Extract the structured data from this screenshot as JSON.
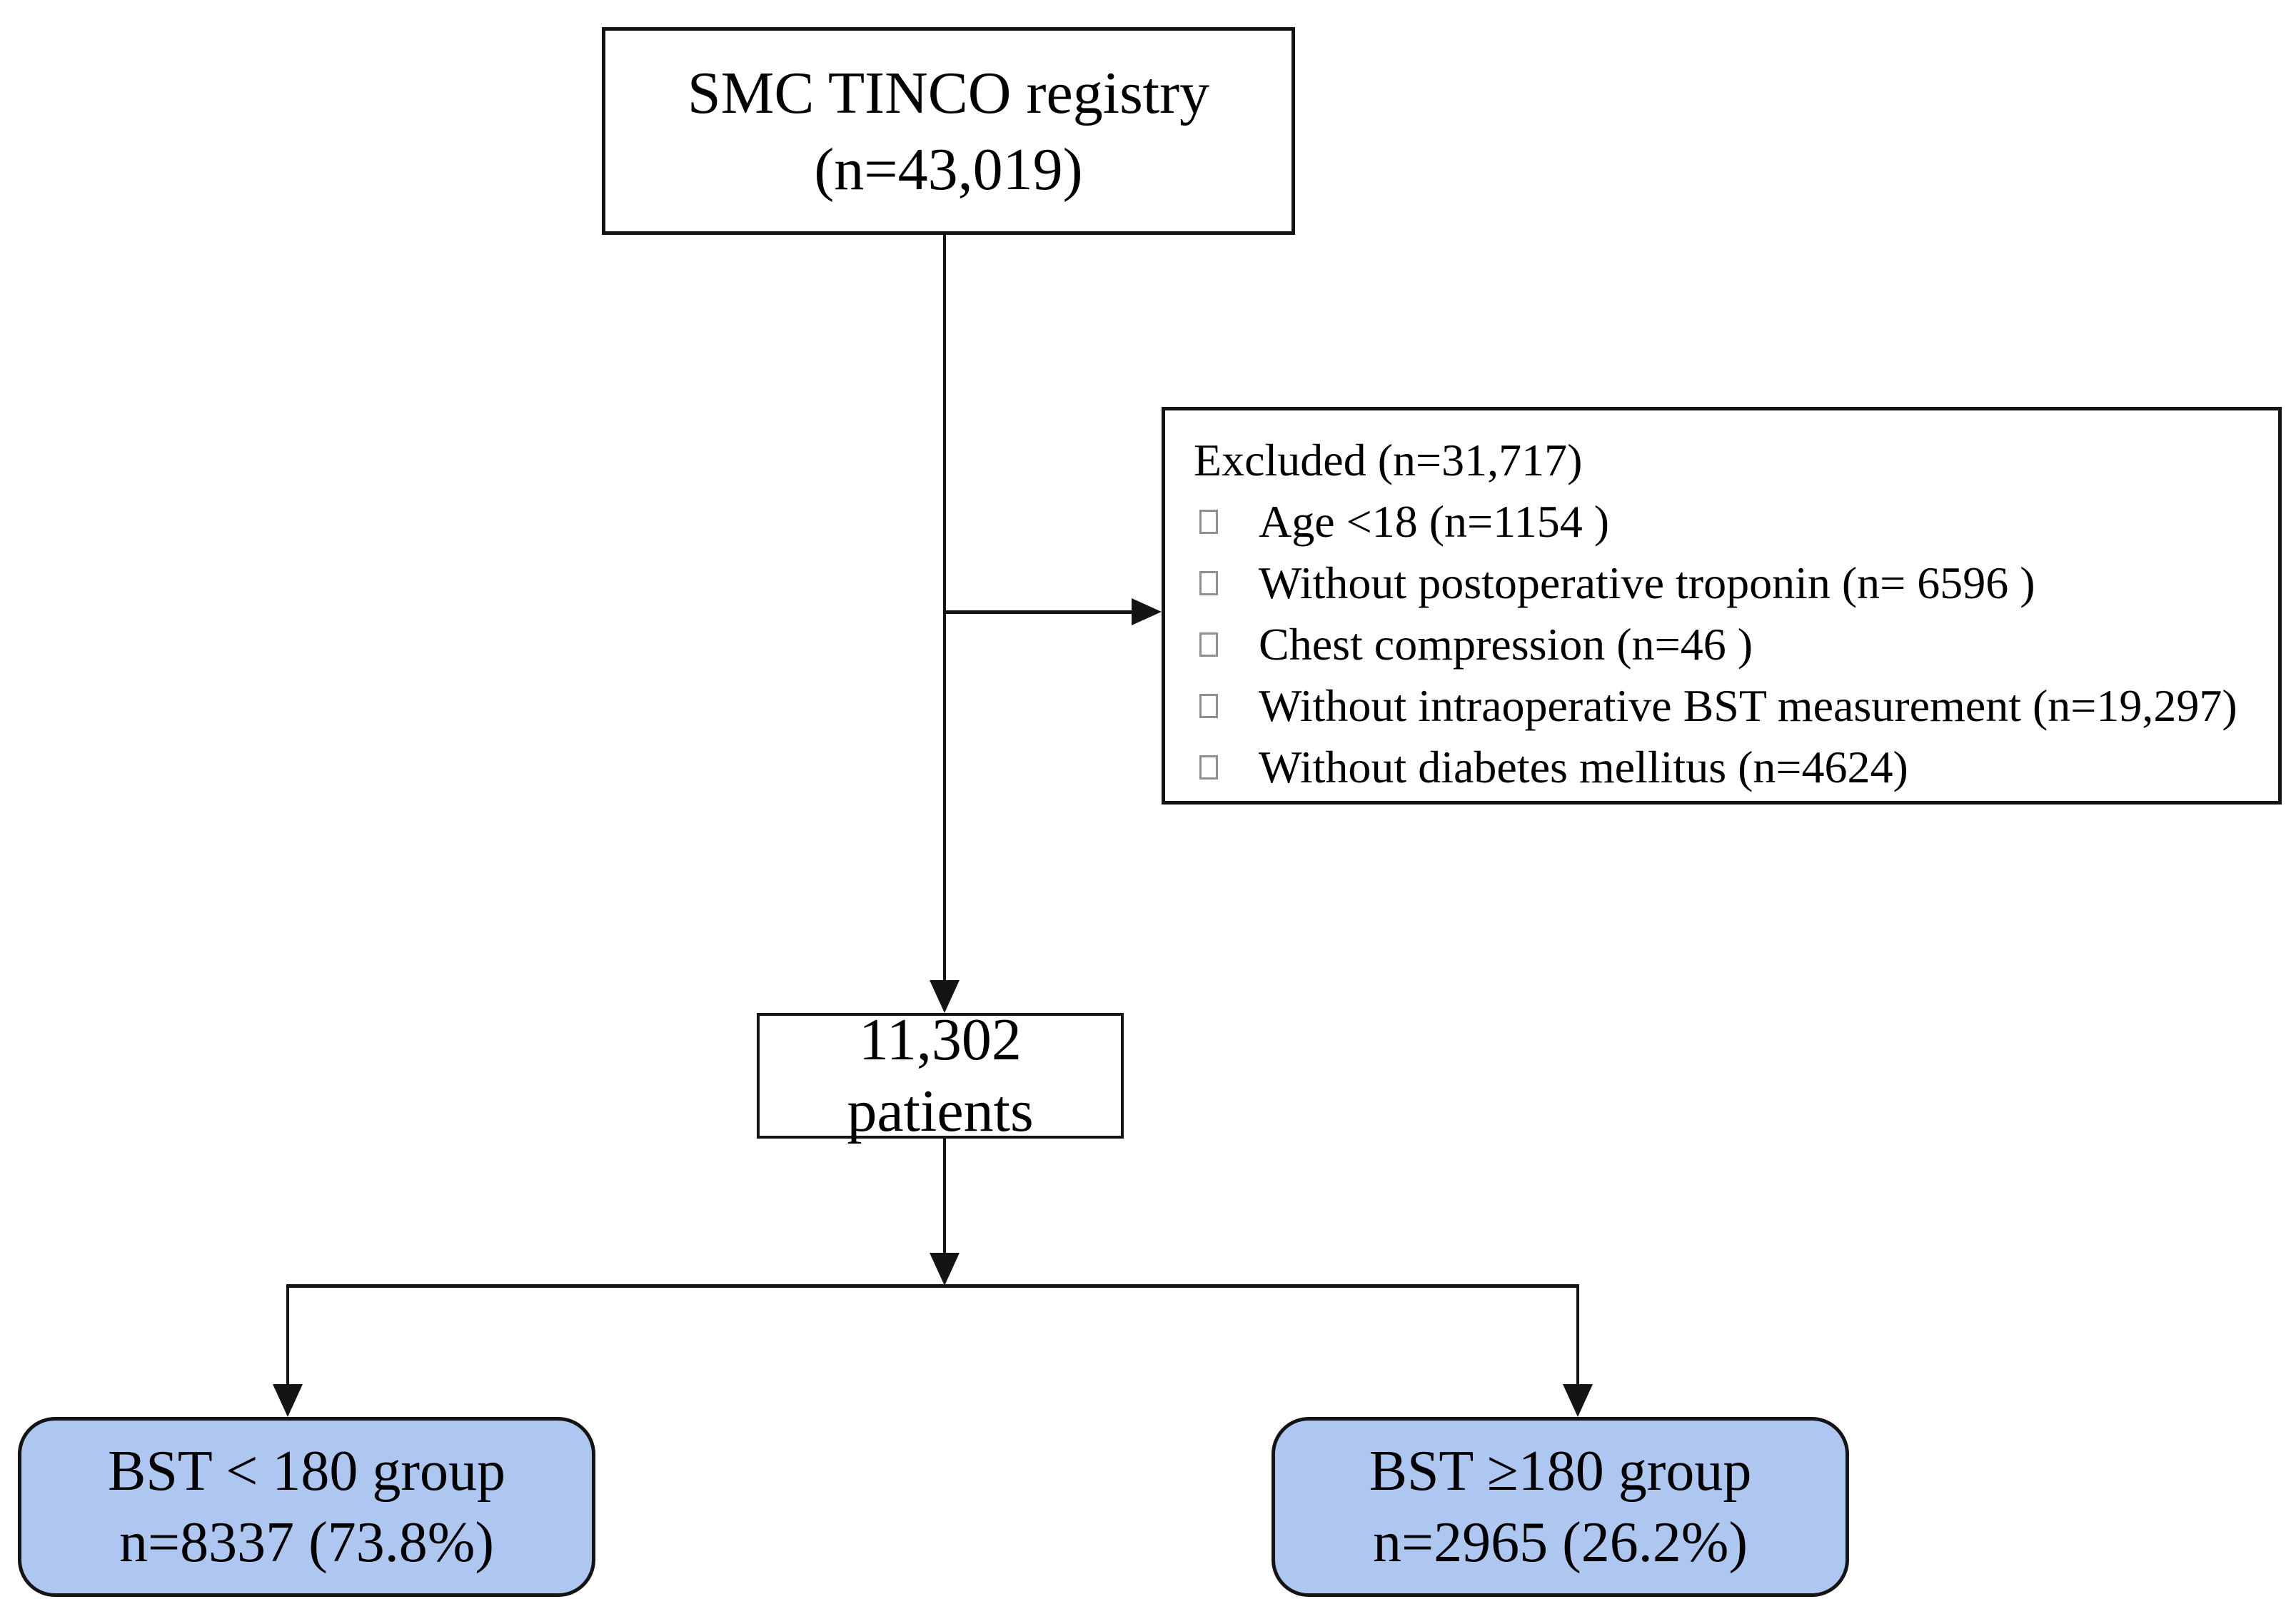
{
  "figure": {
    "kind": "patient-flow-diagram",
    "top_box": {
      "line1": "SMC TINCO registry",
      "line2": "(n=43,019)"
    },
    "excluded_box": {
      "header": "Excluded (n=31,717)",
      "items": [
        "Age <18 (n=1154 )",
        "Without postoperative troponin (n= 6596 )",
        "Chest compression (n=46 )",
        "Without intraoperative BST measurement (n=19,297)",
        "Without diabetes mellitus (n=4624)"
      ]
    },
    "cohort_box": {
      "label": "11,302 patients"
    },
    "group_boxes": [
      {
        "line1": "BST < 180 group",
        "line2": "n=8337 (73.8%)"
      },
      {
        "line1": "BST ≥180 group",
        "line2": "n=2965 (26.2%)"
      }
    ],
    "colors": {
      "group_fill": "#aec7f1",
      "line_color": "#141414",
      "bullet_border": "#8f8f8f"
    }
  }
}
